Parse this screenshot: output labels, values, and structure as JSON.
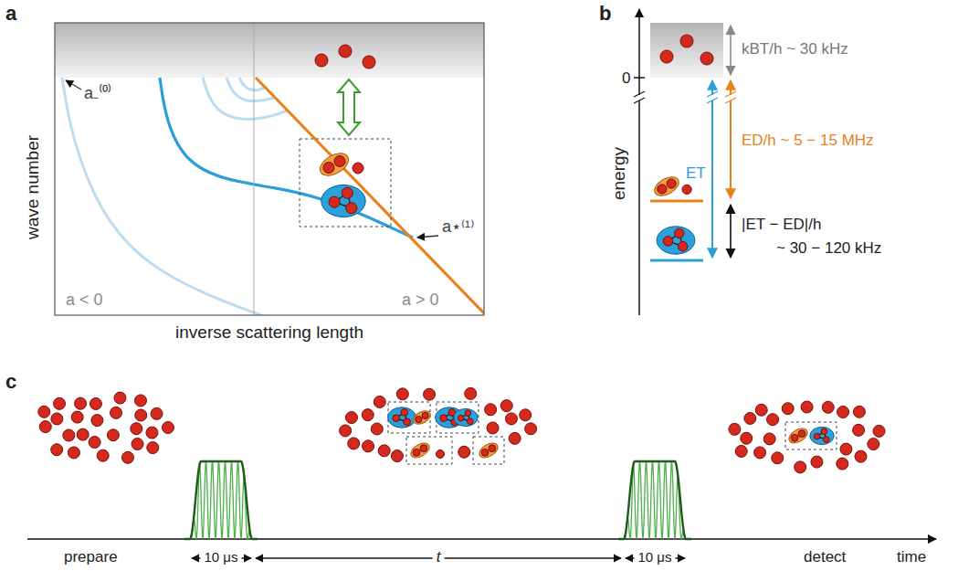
{
  "diagram": {
    "labels": [
      "a",
      "wave number",
      "inverse scattering length",
      "a < 0",
      "a > 0",
      "a₋⁽⁰⁾",
      "a⋆⁽¹⁾",
      "b",
      "energy",
      "0",
      "kBT/h ~ 30 kHz",
      "ET",
      "ED/h ~ 5 − 15 MHz",
      "|ET − ED|/h",
      "~ 30 − 120 kHz",
      "c",
      "prepare",
      "10 μs",
      "t",
      "10 μs",
      "detect",
      "time"
    ]
  }
}
